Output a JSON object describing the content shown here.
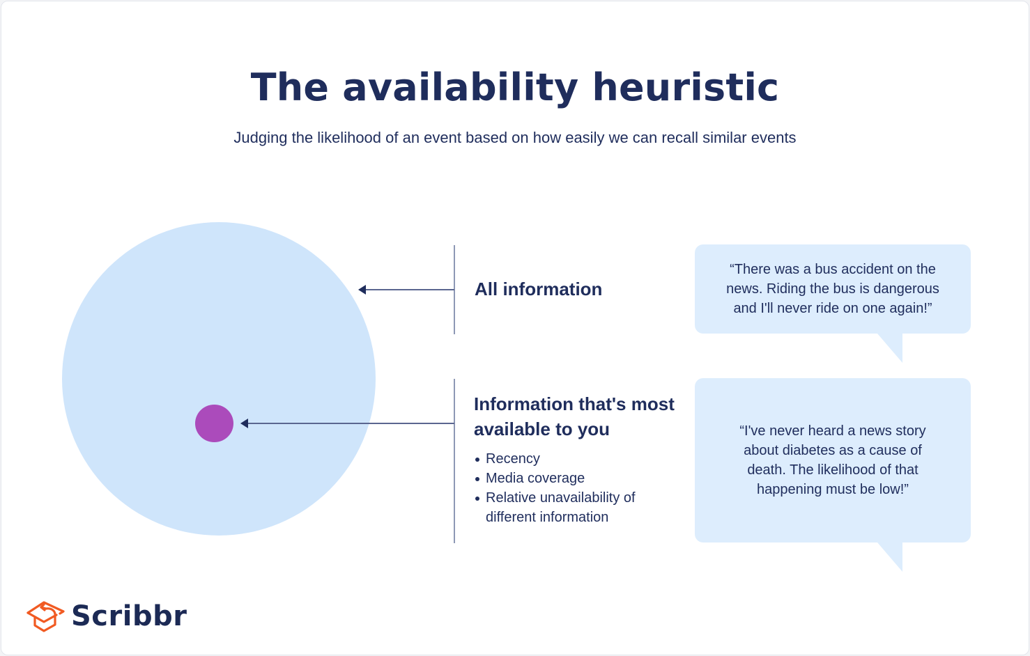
{
  "header": {
    "title": "The availability heuristic",
    "subtitle": "Judging the likelihood of an event based on how easily we can recall similar events"
  },
  "diagram": {
    "outer_circle": {
      "label": "All information",
      "color": "#cfe5fb"
    },
    "inner_circle": {
      "label": "Information that's most available to you",
      "color": "#ab4bbb",
      "factors": [
        "Recency",
        "Media coverage",
        "Relative unavailability of different information"
      ]
    }
  },
  "quotes": [
    {
      "text": "“There was a bus accident on the news. Riding the bus is dangerous and I'll never ride on one again!”"
    },
    {
      "text": "“I've never heard a news story about diabetes as a cause of death. The likelihood of that happening must be low!”"
    }
  ],
  "branding": {
    "logo_text": "Scribbr",
    "logo_icon": "graduation-cap-icon",
    "accent_color": "#f15a22",
    "text_color": "#1f2d5c"
  }
}
